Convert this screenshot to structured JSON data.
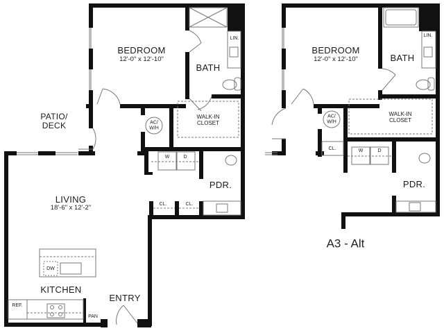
{
  "plan_a3": {
    "bedroom": {
      "name": "BEDROOM",
      "dims": "12'-0\" x 12'-10\""
    },
    "bath": "BATH",
    "linen": "LIN.",
    "walk_in_closet": [
      "WALK-IN",
      "CLOSET"
    ],
    "ac_wh": [
      "AC/",
      "W/H"
    ],
    "patio": [
      "PATIO/",
      "DECK"
    ],
    "living": {
      "name": "LIVING",
      "dims": "18'-6\" x 12'-2\""
    },
    "washer": "W",
    "dryer": "D",
    "powder": "PDR.",
    "closet_1": "CL.",
    "closet_2": "CL.",
    "dishwasher": "DW",
    "kitchen": "KITCHEN",
    "refrigerator": "REF.",
    "pantry": "PAN",
    "entry": "ENTRY"
  },
  "plan_a3_alt": {
    "bedroom": {
      "name": "BEDROOM",
      "dims": "12'-0\" x 12'-10\""
    },
    "bath": "BATH",
    "linen": "LIN.",
    "walk_in_closet": [
      "WALK-IN",
      "CLOSET"
    ],
    "ac_wh": [
      "AC/",
      "W/H"
    ],
    "closet": "CL.",
    "washer": "W",
    "dryer": "D",
    "powder": "PDR.",
    "title": "A3 - Alt"
  },
  "colors": {
    "wall": "#111111",
    "fixture": "#777777",
    "background": "#ffffff"
  }
}
